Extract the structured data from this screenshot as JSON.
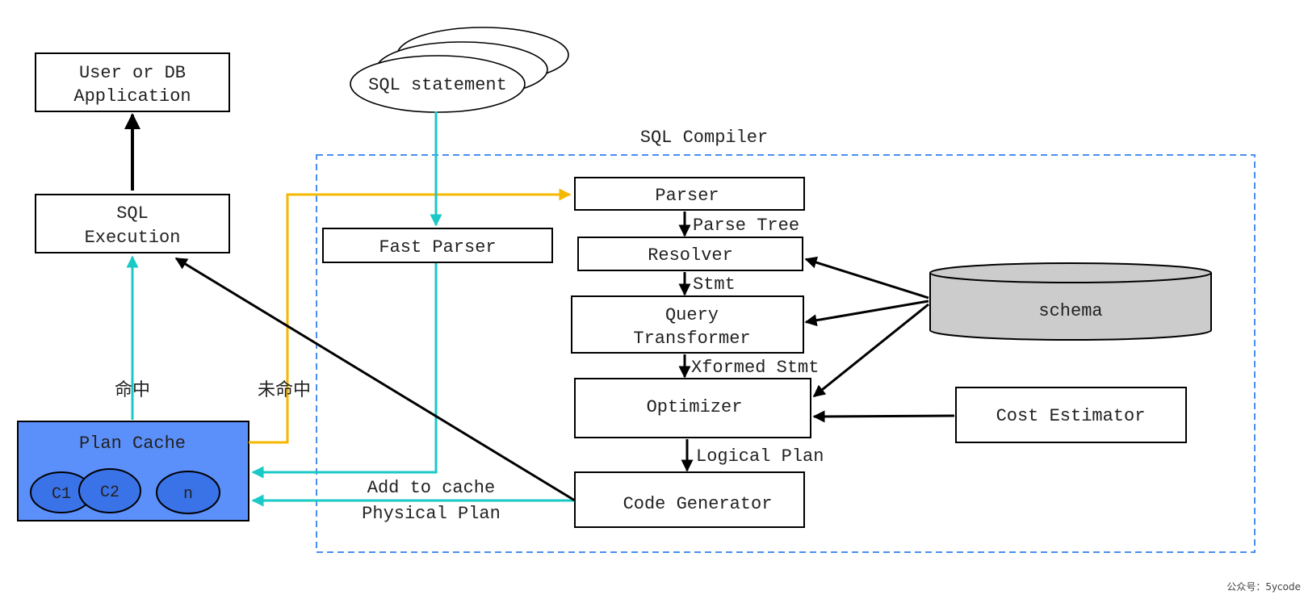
{
  "diagram": {
    "nodes": {
      "user_app": [
        "User or DB",
        "Application"
      ],
      "sql_execution": [
        "SQL",
        "Execution"
      ],
      "plan_cache": "Plan Cache",
      "cache_entries": [
        "C1",
        "C2",
        "n"
      ],
      "sql_statement": "SQL statement",
      "fast_parser": "Fast Parser",
      "compiler_title": "SQL Compiler",
      "parser": "Parser",
      "resolver": "Resolver",
      "query_transformer": [
        "Query",
        "Transformer"
      ],
      "optimizer": "Optimizer",
      "code_generator": "Code Generator",
      "schema": "schema",
      "cost_estimator": "Cost Estimator"
    },
    "edge_labels": {
      "hit": "命中",
      "miss": "未命中",
      "parse_tree": "Parse Tree",
      "stmt": "Stmt",
      "xformed_stmt": "Xformed Stmt",
      "logical_plan": "Logical Plan",
      "add_to_cache": "Add to cache",
      "physical_plan": "Physical Plan"
    },
    "colors": {
      "plan_cache_fill": "#5b8ff9",
      "cyan_arrow": "#19c9c6",
      "yellow_arrow": "#f5b800",
      "black_arrow": "#000000",
      "compiler_border": "#4a8ef0",
      "schema_fill": "#cccccc"
    }
  },
  "watermark": "公众号：5ycode"
}
